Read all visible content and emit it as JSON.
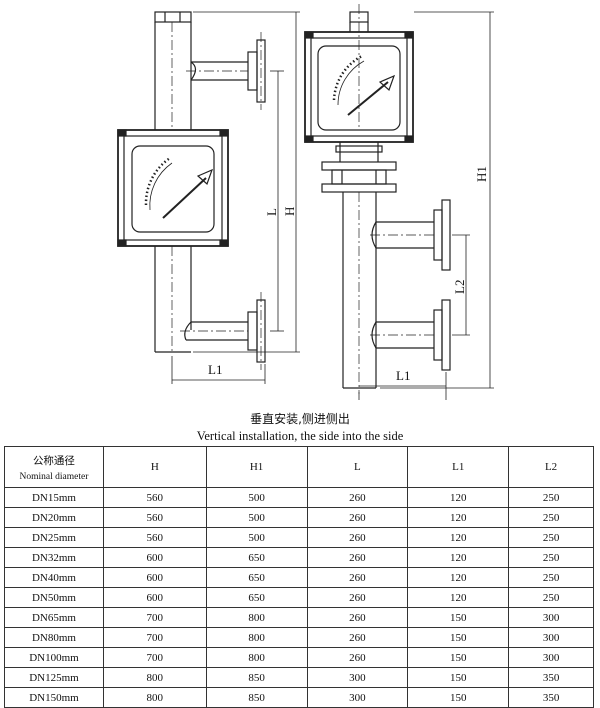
{
  "drawing": {
    "dim_L1_left": "L1",
    "dim_L": "L",
    "dim_H": "H",
    "dim_H1": "H1",
    "dim_L2": "L2",
    "dim_L1_right": "L1"
  },
  "caption": {
    "chinese": "垂直安装,侧进侧出",
    "english": "Vertical installation, the side into the side"
  },
  "table": {
    "header": {
      "nominal_cn": "公称通径",
      "nominal_en": "Nominal diameter",
      "cols": [
        "H",
        "H1",
        "L",
        "L1",
        "L2"
      ]
    },
    "rows": [
      {
        "dn": "DN15mm",
        "v": [
          "560",
          "500",
          "260",
          "120",
          "250"
        ]
      },
      {
        "dn": "DN20mm",
        "v": [
          "560",
          "500",
          "260",
          "120",
          "250"
        ]
      },
      {
        "dn": "DN25mm",
        "v": [
          "560",
          "500",
          "260",
          "120",
          "250"
        ]
      },
      {
        "dn": "DN32mm",
        "v": [
          "600",
          "650",
          "260",
          "120",
          "250"
        ]
      },
      {
        "dn": "DN40mm",
        "v": [
          "600",
          "650",
          "260",
          "120",
          "250"
        ]
      },
      {
        "dn": "DN50mm",
        "v": [
          "600",
          "650",
          "260",
          "120",
          "250"
        ]
      },
      {
        "dn": "DN65mm",
        "v": [
          "700",
          "800",
          "260",
          "150",
          "300"
        ]
      },
      {
        "dn": "DN80mm",
        "v": [
          "700",
          "800",
          "260",
          "150",
          "300"
        ]
      },
      {
        "dn": "DN100mm",
        "v": [
          "700",
          "800",
          "260",
          "150",
          "300"
        ]
      },
      {
        "dn": "DN125mm",
        "v": [
          "800",
          "850",
          "300",
          "150",
          "350"
        ]
      },
      {
        "dn": "DN150mm",
        "v": [
          "800",
          "850",
          "300",
          "150",
          "350"
        ]
      }
    ]
  }
}
